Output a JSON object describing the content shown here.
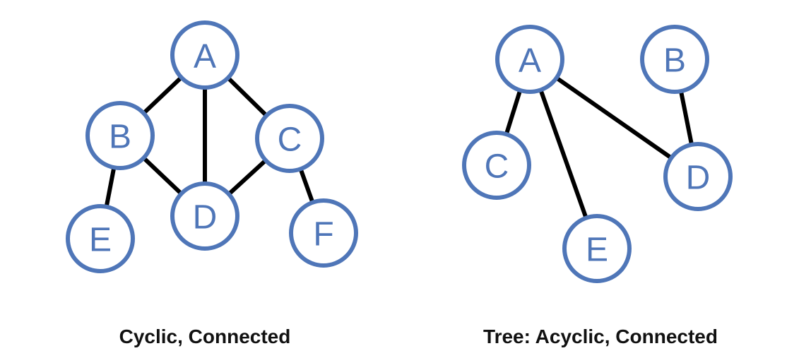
{
  "colors": {
    "node_stroke": "#4f76b8",
    "node_label": "#4f76b8",
    "edge": "#000000",
    "caption": "#111111"
  },
  "graphs": [
    {
      "caption": "Cyclic, Connected",
      "nodes": [
        "A",
        "B",
        "C",
        "D",
        "E",
        "F"
      ],
      "edges": [
        [
          "A",
          "B"
        ],
        [
          "A",
          "C"
        ],
        [
          "A",
          "D"
        ],
        [
          "B",
          "D"
        ],
        [
          "C",
          "D"
        ],
        [
          "B",
          "E"
        ],
        [
          "C",
          "F"
        ]
      ]
    },
    {
      "caption": "Tree: Acyclic, Connected",
      "nodes": [
        "A",
        "B",
        "C",
        "D",
        "E"
      ],
      "edges": [
        [
          "A",
          "C"
        ],
        [
          "A",
          "E"
        ],
        [
          "A",
          "D"
        ],
        [
          "B",
          "D"
        ]
      ]
    }
  ]
}
